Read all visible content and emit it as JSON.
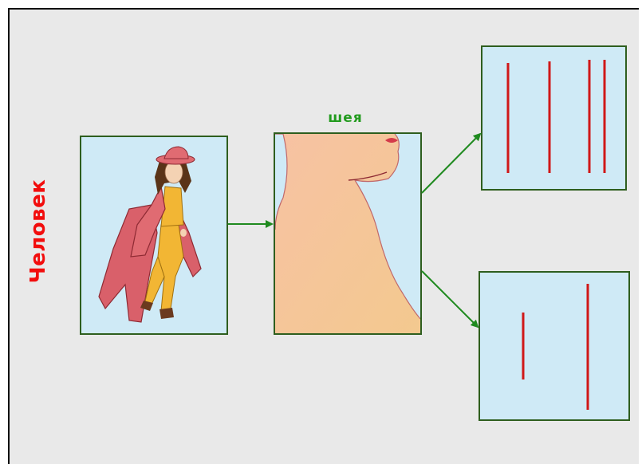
{
  "labels": {
    "vertical": "Человек",
    "top": "шея"
  },
  "colors": {
    "background": "#e9e9e9",
    "panel_fill": "#cfeaf6",
    "panel_border": "#2e5e1e",
    "arrow": "#1f8a1f",
    "line": "#d01818",
    "vertical_label": "#f20d0d",
    "top_label": "#239b1f"
  },
  "panels": [
    {
      "id": "person",
      "content": "person-illustration"
    },
    {
      "id": "neck",
      "content": "neck-illustration"
    },
    {
      "id": "four-lines",
      "content": "vertical-lines",
      "line_count": 4
    },
    {
      "id": "two-lines",
      "content": "vertical-lines",
      "line_count": 2
    }
  ]
}
